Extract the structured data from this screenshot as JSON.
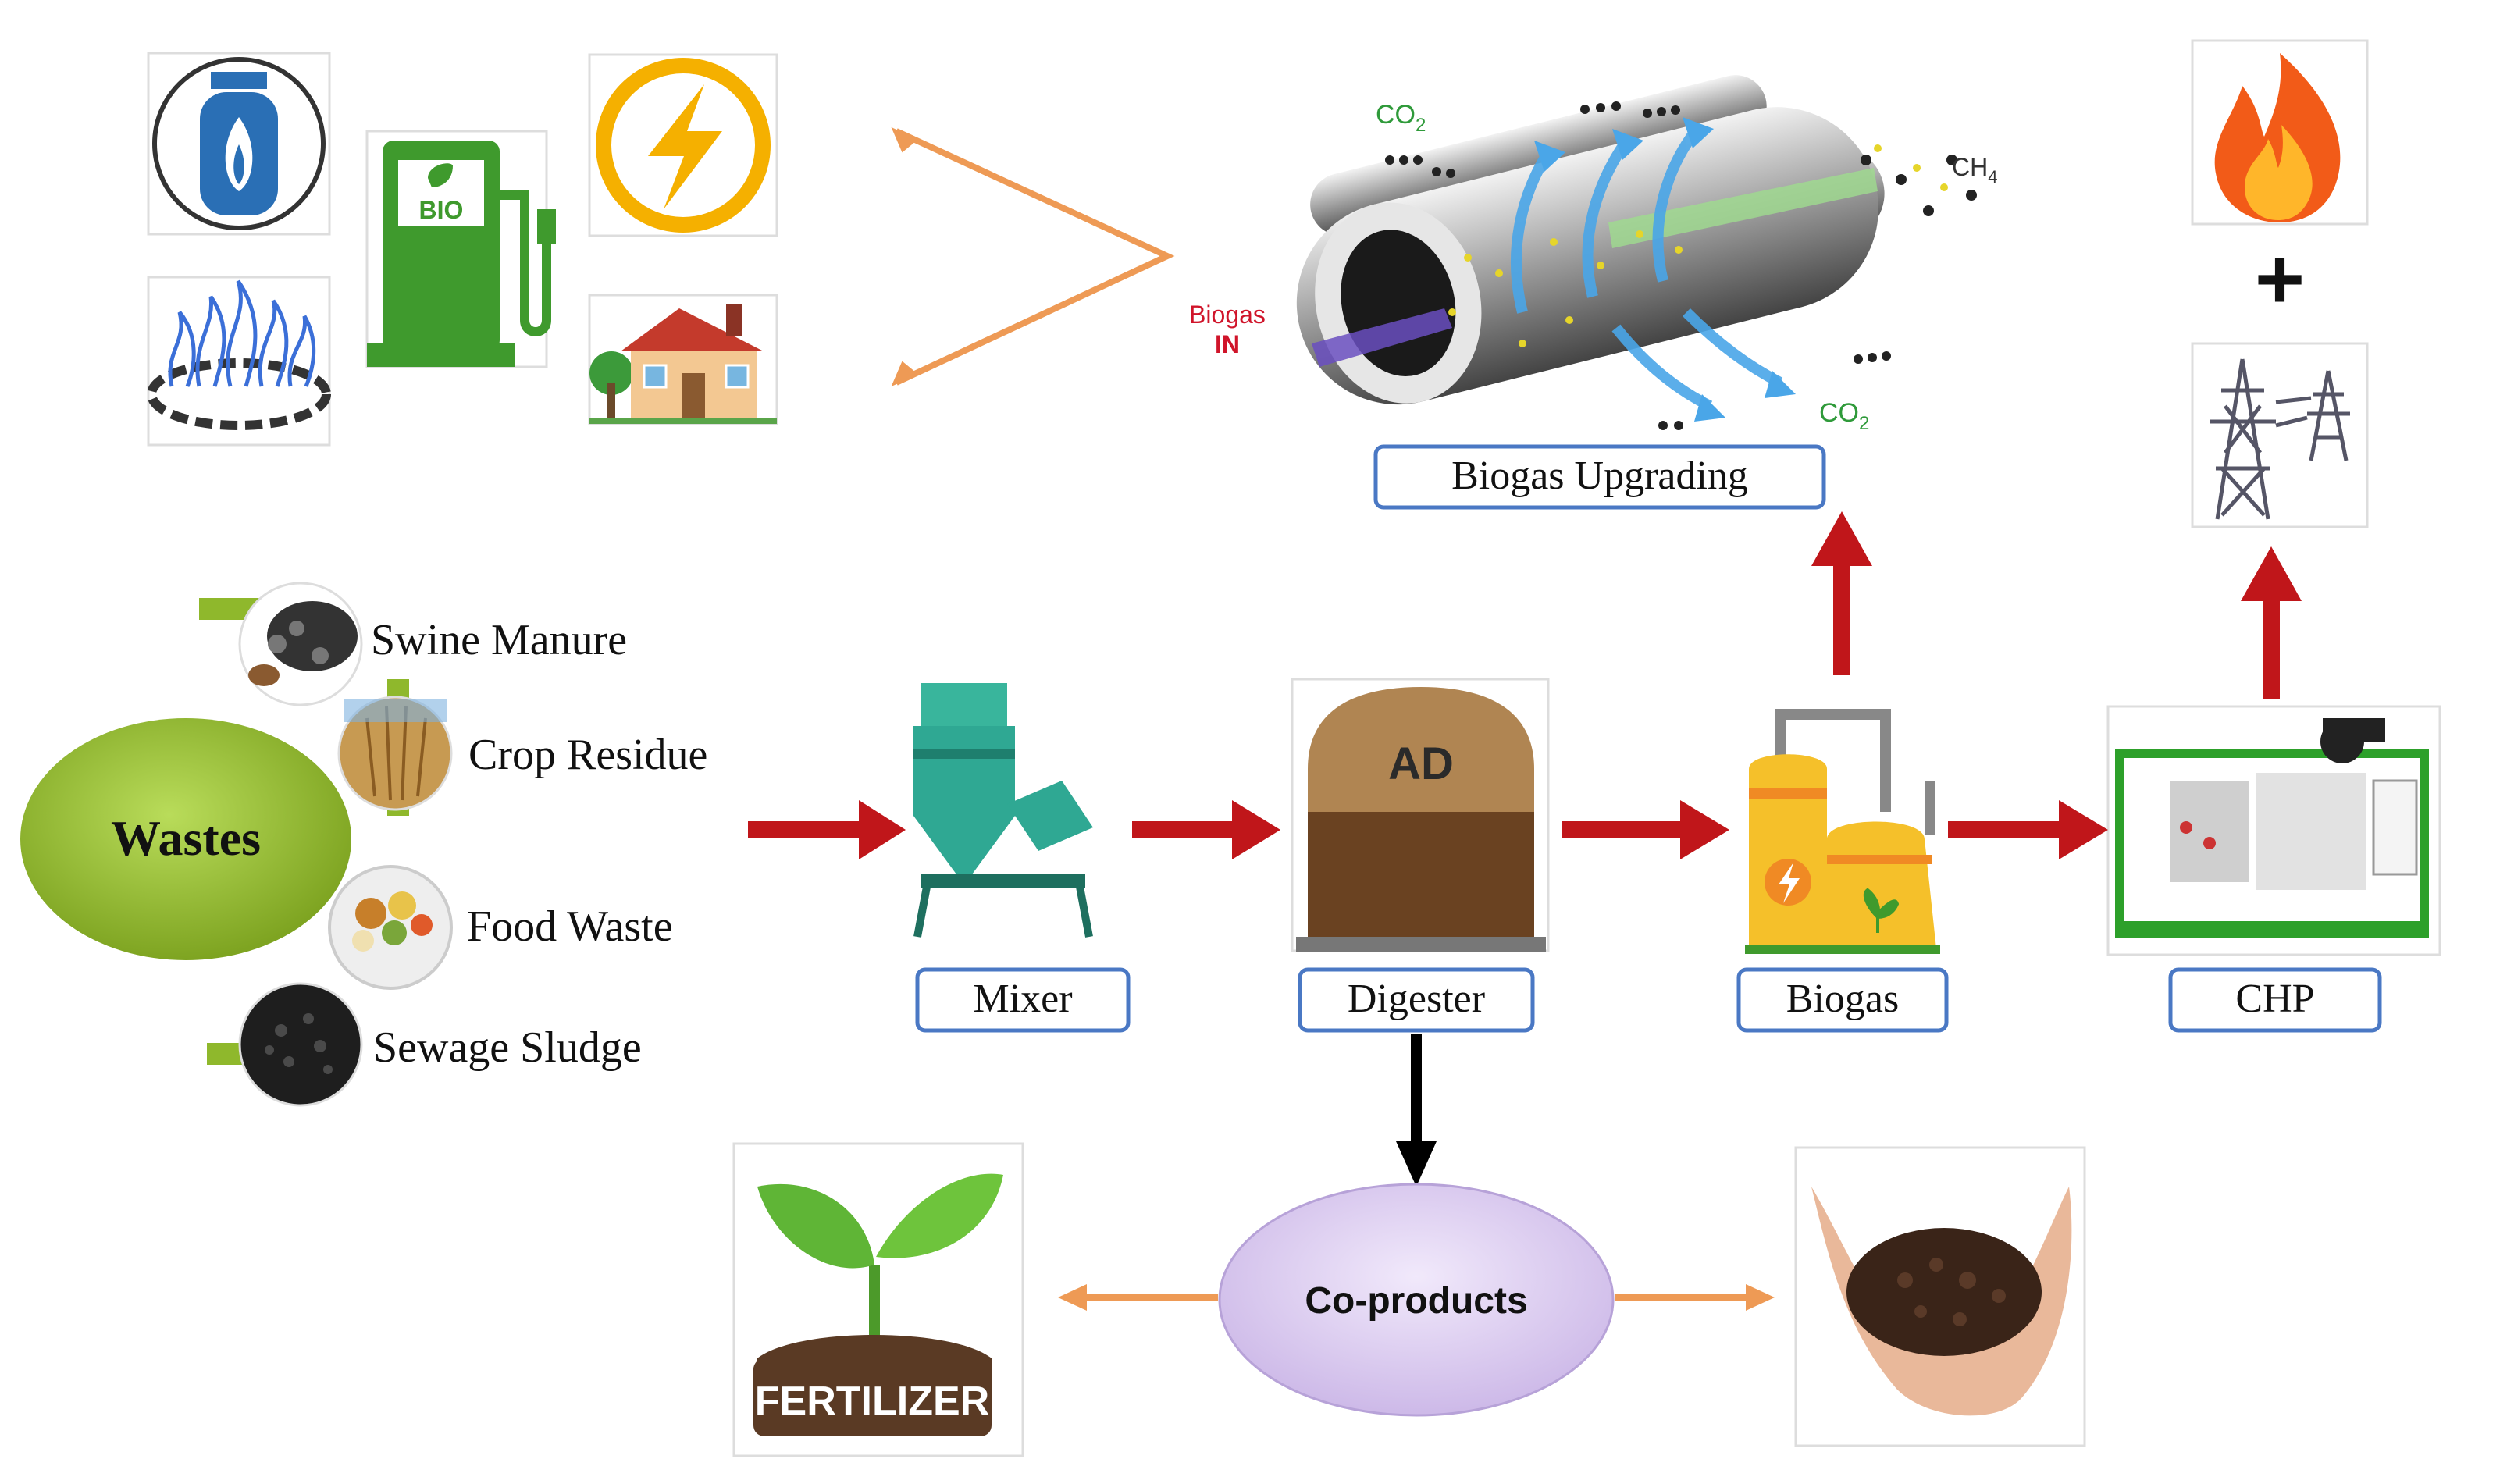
{
  "wastes": {
    "center_label": "Wastes",
    "items": [
      "Swine Manure",
      "Crop Residue",
      "Food Waste",
      "Sewage Sludge"
    ]
  },
  "process": {
    "mixer": "Mixer",
    "digester": "Digester",
    "digester_tank": "AD",
    "biogas": "Biogas",
    "chp": "CHP",
    "upgrading": "Biogas Upgrading"
  },
  "membrane": {
    "inlet": "Biogas",
    "inlet_sub": "IN",
    "co2_label": "CO",
    "co2_sub": "2",
    "ch4_label": "CH",
    "ch4_sub": "4"
  },
  "uses": {
    "fuel_pump_label": "BIO"
  },
  "coproducts": {
    "label": "Co-products",
    "fertilizer": "FERTILIZER"
  },
  "chp_outputs": {
    "plus": "+"
  },
  "colors": {
    "process_arrow": "#c0161a",
    "coproduct_arrow": "#ee9a55",
    "box_border": "#4a78c4",
    "wastes_green": "#8fb82c",
    "coproducts_ellipse": "#dcccf0",
    "digester_top": "#b08552",
    "digester_bottom": "#6a4221",
    "biogas_plant": "#f5c02a",
    "chp_frame": "#2da02a"
  }
}
